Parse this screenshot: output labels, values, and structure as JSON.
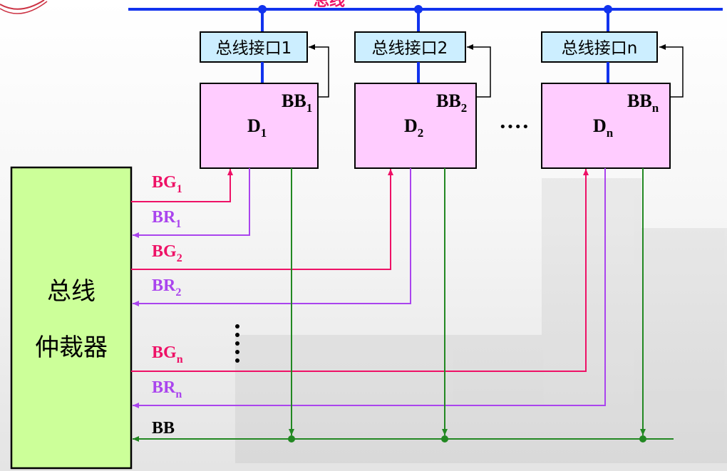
{
  "bus": {
    "label": "总线"
  },
  "devices": [
    {
      "interface": "总线接口1",
      "name": "D",
      "sub": "1",
      "bb": "BB",
      "bb_sub": "1"
    },
    {
      "interface": "总线接口2",
      "name": "D",
      "sub": "2",
      "bb": "BB",
      "bb_sub": "2"
    },
    {
      "interface": "总线接口n",
      "name": "D",
      "sub": "n",
      "bb": "BB",
      "bb_sub": "n"
    }
  ],
  "ellipsis_h": "····",
  "arbiter": {
    "line1": "总线",
    "line2": "仲裁器"
  },
  "signals": [
    {
      "name": "BG",
      "sub": "1"
    },
    {
      "name": "BR",
      "sub": "1"
    },
    {
      "name": "BG",
      "sub": "2"
    },
    {
      "name": "BR",
      "sub": "2"
    },
    {
      "name": "BG",
      "sub": "n"
    },
    {
      "name": "BR",
      "sub": "n"
    }
  ],
  "bb_line": {
    "label": "BB"
  },
  "colors": {
    "bus": "#1133ee",
    "bg": "#ee1166",
    "br": "#aa44ee",
    "bb": "#228822",
    "device_fill": "#ffccff",
    "interface_fill": "#cceeff",
    "arbiter_fill": "#ccff99"
  }
}
